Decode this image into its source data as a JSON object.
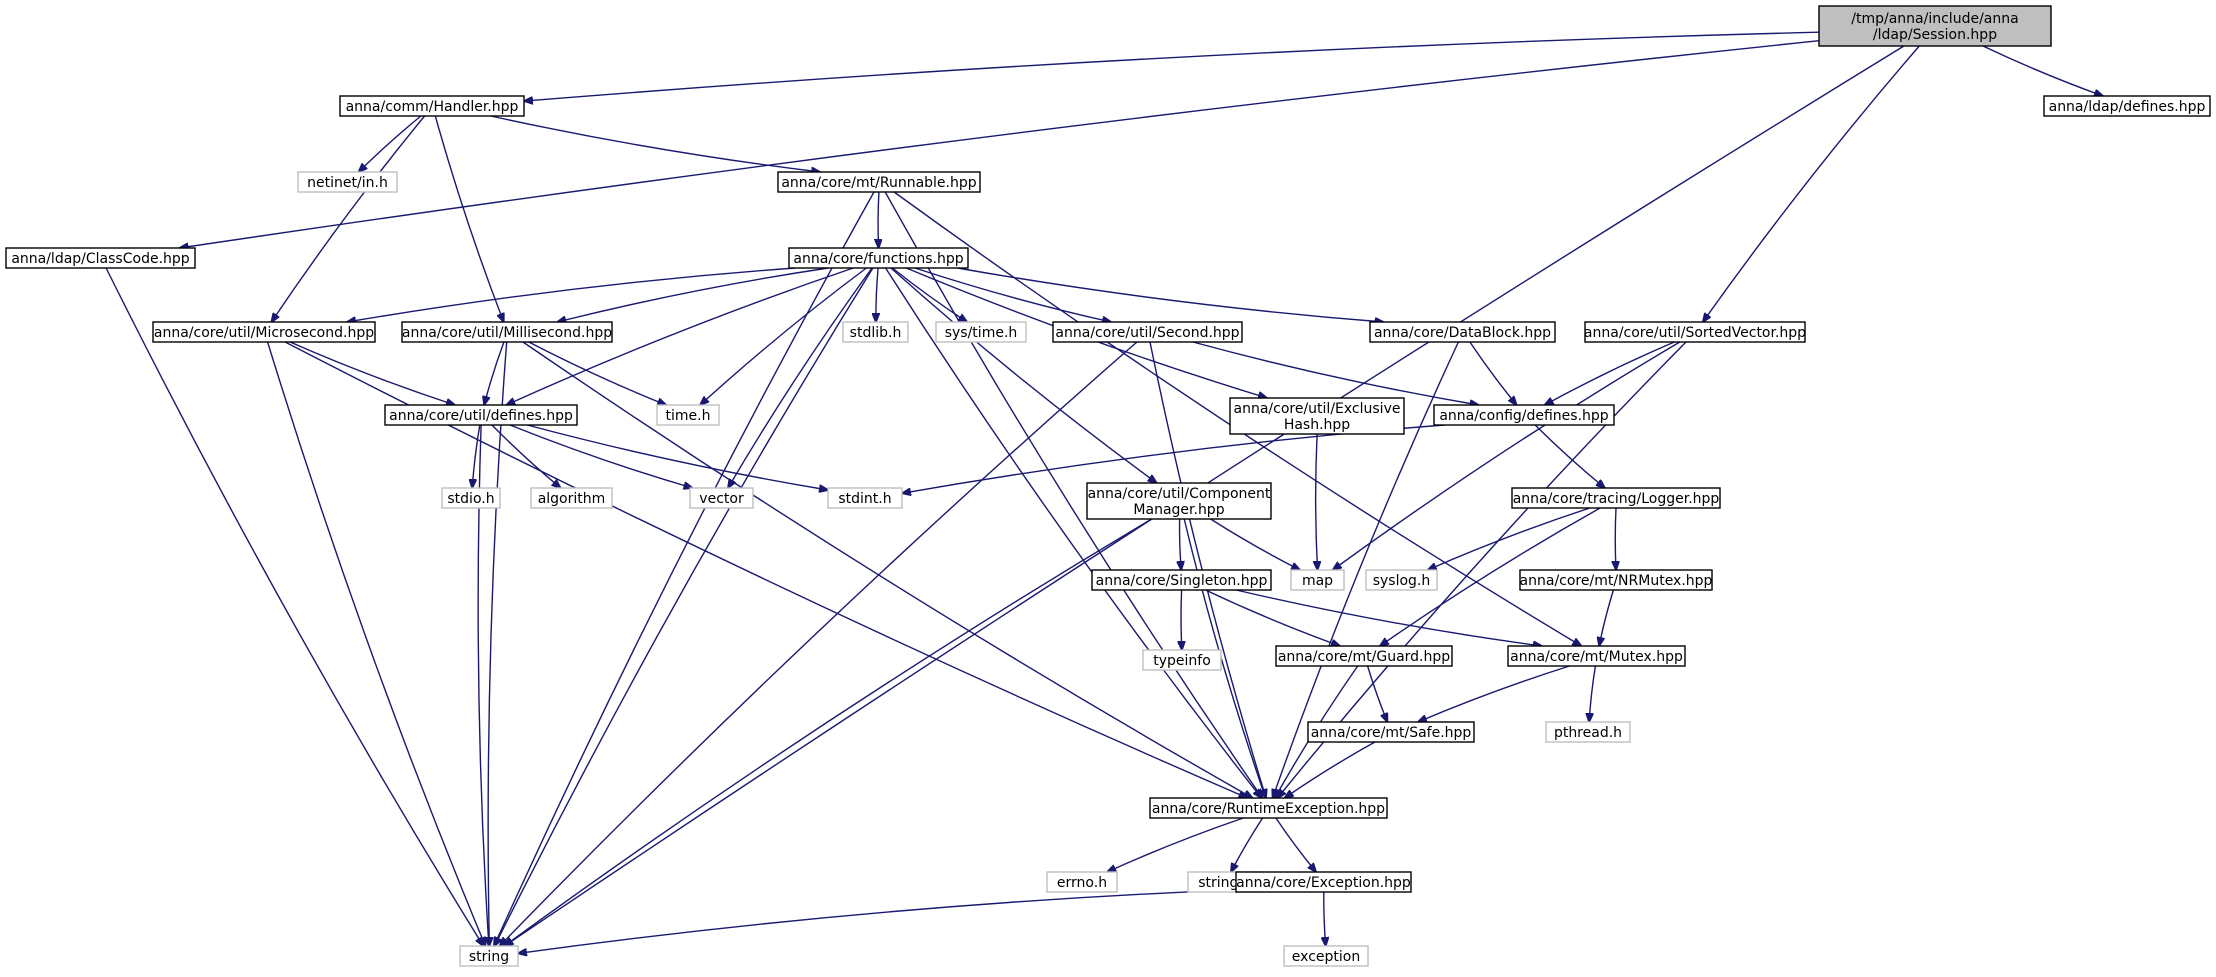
{
  "graph": {
    "nodes": [
      {
        "id": "session",
        "lines": [
          "/tmp/anna/include/anna",
          "/ldap/Session.hpp"
        ],
        "kind": "root"
      },
      {
        "id": "handler",
        "lines": [
          "anna/comm/Handler.hpp"
        ],
        "kind": "doc"
      },
      {
        "id": "ldapdefines",
        "lines": [
          "anna/ldap/defines.hpp"
        ],
        "kind": "doc"
      },
      {
        "id": "netinet",
        "lines": [
          "netinet/in.h"
        ],
        "kind": "ext"
      },
      {
        "id": "runnable",
        "lines": [
          "anna/core/mt/Runnable.hpp"
        ],
        "kind": "doc"
      },
      {
        "id": "classcode",
        "lines": [
          "anna/ldap/ClassCode.hpp"
        ],
        "kind": "doc"
      },
      {
        "id": "functions",
        "lines": [
          "anna/core/functions.hpp"
        ],
        "kind": "doc"
      },
      {
        "id": "microsecond",
        "lines": [
          "anna/core/util/Microsecond.hpp"
        ],
        "kind": "doc"
      },
      {
        "id": "millisecond",
        "lines": [
          "anna/core/util/Millisecond.hpp"
        ],
        "kind": "doc"
      },
      {
        "id": "stdlib",
        "lines": [
          "stdlib.h"
        ],
        "kind": "ext"
      },
      {
        "id": "systime",
        "lines": [
          "sys/time.h"
        ],
        "kind": "ext"
      },
      {
        "id": "second",
        "lines": [
          "anna/core/util/Second.hpp"
        ],
        "kind": "doc"
      },
      {
        "id": "datablock",
        "lines": [
          "anna/core/DataBlock.hpp"
        ],
        "kind": "doc"
      },
      {
        "id": "sortedvector",
        "lines": [
          "anna/core/util/SortedVector.hpp"
        ],
        "kind": "doc"
      },
      {
        "id": "utildefines",
        "lines": [
          "anna/core/util/defines.hpp"
        ],
        "kind": "doc"
      },
      {
        "id": "timeh",
        "lines": [
          "time.h"
        ],
        "kind": "ext"
      },
      {
        "id": "exclusivehash",
        "lines": [
          "anna/core/util/Exclusive",
          "Hash.hpp"
        ],
        "kind": "doc"
      },
      {
        "id": "configdefines",
        "lines": [
          "anna/config/defines.hpp"
        ],
        "kind": "doc"
      },
      {
        "id": "stdio",
        "lines": [
          "stdio.h"
        ],
        "kind": "ext"
      },
      {
        "id": "algorithm",
        "lines": [
          "algorithm"
        ],
        "kind": "ext"
      },
      {
        "id": "vector",
        "lines": [
          "vector"
        ],
        "kind": "ext"
      },
      {
        "id": "stdint",
        "lines": [
          "stdint.h"
        ],
        "kind": "ext"
      },
      {
        "id": "componentmanager",
        "lines": [
          "anna/core/util/Component",
          "Manager.hpp"
        ],
        "kind": "doc"
      },
      {
        "id": "logger",
        "lines": [
          "anna/core/tracing/Logger.hpp"
        ],
        "kind": "doc"
      },
      {
        "id": "map",
        "lines": [
          "map"
        ],
        "kind": "ext"
      },
      {
        "id": "syslog",
        "lines": [
          "syslog.h"
        ],
        "kind": "ext"
      },
      {
        "id": "singleton",
        "lines": [
          "anna/core/Singleton.hpp"
        ],
        "kind": "doc"
      },
      {
        "id": "nrmutex",
        "lines": [
          "anna/core/mt/NRMutex.hpp"
        ],
        "kind": "doc"
      },
      {
        "id": "typeinfo",
        "lines": [
          "typeinfo"
        ],
        "kind": "ext"
      },
      {
        "id": "guard",
        "lines": [
          "anna/core/mt/Guard.hpp"
        ],
        "kind": "doc"
      },
      {
        "id": "mutex",
        "lines": [
          "anna/core/mt/Mutex.hpp"
        ],
        "kind": "doc"
      },
      {
        "id": "safe",
        "lines": [
          "anna/core/mt/Safe.hpp"
        ],
        "kind": "doc"
      },
      {
        "id": "pthread",
        "lines": [
          "pthread.h"
        ],
        "kind": "ext"
      },
      {
        "id": "runtimeexception",
        "lines": [
          "anna/core/RuntimeException.hpp"
        ],
        "kind": "doc"
      },
      {
        "id": "errno",
        "lines": [
          "errno.h"
        ],
        "kind": "ext"
      },
      {
        "id": "stringh",
        "lines": [
          "string.h"
        ],
        "kind": "ext"
      },
      {
        "id": "exception_hpp",
        "lines": [
          "anna/core/Exception.hpp"
        ],
        "kind": "doc"
      },
      {
        "id": "string",
        "lines": [
          "string"
        ],
        "kind": "ext"
      },
      {
        "id": "exception",
        "lines": [
          "exception"
        ],
        "kind": "ext"
      }
    ],
    "edges": [
      [
        "session",
        "handler"
      ],
      [
        "session",
        "classcode"
      ],
      [
        "session",
        "ldapdefines"
      ],
      [
        "session",
        "sortedvector"
      ],
      [
        "session",
        "string"
      ],
      [
        "handler",
        "netinet"
      ],
      [
        "handler",
        "runnable"
      ],
      [
        "handler",
        "microsecond"
      ],
      [
        "handler",
        "millisecond"
      ],
      [
        "runnable",
        "functions"
      ],
      [
        "runnable",
        "runtimeexception"
      ],
      [
        "runnable",
        "mutex"
      ],
      [
        "runnable",
        "string"
      ],
      [
        "classcode",
        "string"
      ],
      [
        "functions",
        "microsecond"
      ],
      [
        "functions",
        "millisecond"
      ],
      [
        "functions",
        "utildefines"
      ],
      [
        "functions",
        "stdlib"
      ],
      [
        "functions",
        "systime"
      ],
      [
        "functions",
        "second"
      ],
      [
        "functions",
        "datablock"
      ],
      [
        "functions",
        "exclusivehash"
      ],
      [
        "functions",
        "componentmanager"
      ],
      [
        "functions",
        "timeh"
      ],
      [
        "functions",
        "vector"
      ],
      [
        "functions",
        "string"
      ],
      [
        "functions",
        "runtimeexception"
      ],
      [
        "microsecond",
        "utildefines"
      ],
      [
        "microsecond",
        "string"
      ],
      [
        "microsecond",
        "runtimeexception"
      ],
      [
        "millisecond",
        "utildefines"
      ],
      [
        "millisecond",
        "timeh"
      ],
      [
        "millisecond",
        "string"
      ],
      [
        "millisecond",
        "runtimeexception"
      ],
      [
        "utildefines",
        "stdio"
      ],
      [
        "utildefines",
        "algorithm"
      ],
      [
        "utildefines",
        "vector"
      ],
      [
        "utildefines",
        "stdint"
      ],
      [
        "utildefines",
        "string"
      ],
      [
        "second",
        "configdefines"
      ],
      [
        "second",
        "string"
      ],
      [
        "second",
        "runtimeexception"
      ],
      [
        "datablock",
        "configdefines"
      ],
      [
        "datablock",
        "runtimeexception"
      ],
      [
        "sortedvector",
        "configdefines"
      ],
      [
        "sortedvector",
        "map"
      ],
      [
        "sortedvector",
        "runtimeexception"
      ],
      [
        "exclusivehash",
        "map"
      ],
      [
        "configdefines",
        "stdint"
      ],
      [
        "configdefines",
        "logger"
      ],
      [
        "componentmanager",
        "map"
      ],
      [
        "componentmanager",
        "singleton"
      ],
      [
        "componentmanager",
        "runtimeexception"
      ],
      [
        "componentmanager",
        "string"
      ],
      [
        "logger",
        "syslog"
      ],
      [
        "logger",
        "nrmutex"
      ],
      [
        "logger",
        "guard"
      ],
      [
        "singleton",
        "typeinfo"
      ],
      [
        "singleton",
        "guard"
      ],
      [
        "singleton",
        "mutex"
      ],
      [
        "nrmutex",
        "mutex"
      ],
      [
        "guard",
        "safe"
      ],
      [
        "guard",
        "runtimeexception"
      ],
      [
        "mutex",
        "safe"
      ],
      [
        "mutex",
        "pthread"
      ],
      [
        "safe",
        "runtimeexception"
      ],
      [
        "runtimeexception",
        "errno"
      ],
      [
        "runtimeexception",
        "stringh"
      ],
      [
        "runtimeexception",
        "exception_hpp"
      ],
      [
        "exception_hpp",
        "string"
      ],
      [
        "exception_hpp",
        "exception"
      ]
    ]
  }
}
